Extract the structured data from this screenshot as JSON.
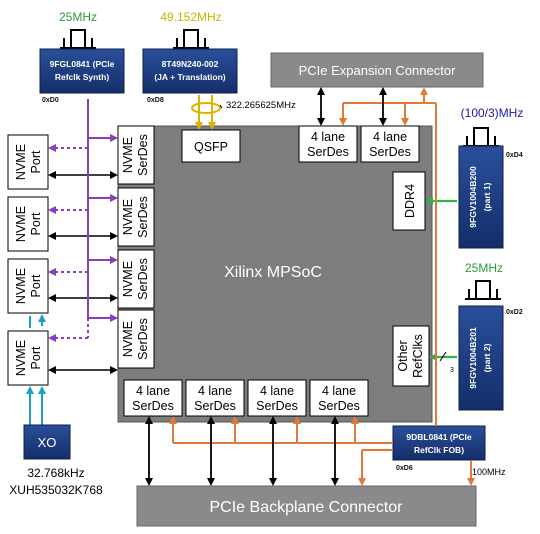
{
  "clocks": {
    "synth": {
      "freq": "25MHz",
      "name_l1": "9FGL0841 (PCIe",
      "name_l2": "Refclk Synth)",
      "addr": "0xD0"
    },
    "jitter": {
      "freq": "49.152MHz",
      "name_l1": "8T49N240-002",
      "name_l2": "(JA + Translation)",
      "addr": "0xD8",
      "out_freq": "322.265625MHz"
    },
    "buf1": {
      "freq": "(100/3)MHz",
      "name_l1": "9FGV1004B200",
      "name_l2": "(part 1)",
      "addr": "0xD4"
    },
    "buf2": {
      "freq": "25MHz",
      "name_l1": "9FGV1004B201",
      "name_l2": "(part 2)",
      "addr": "0xD2",
      "mark": "3"
    },
    "fob": {
      "name_l1": "9DBL0841 (PCIe",
      "name_l2": "RefClk FOB)",
      "addr": "0xD6",
      "out_freq": "100MHz"
    }
  },
  "connectors": {
    "expansion": "PCIe Expansion Connector",
    "backplane": "PCIe Backplane Connector"
  },
  "mpsoc": {
    "label": "Xilinx MPSoC",
    "qsfp": "QSFP",
    "ddr4": "DDR4",
    "refclk_l1": "Other",
    "refclk_l2": "RefClks",
    "serdes_4lane_l1": "4 lane",
    "serdes_4lane_l2": "SerDes",
    "serdes_nvme_l1": "NVME",
    "serdes_nvme_l2": "SerDes"
  },
  "nvme_port": {
    "l1": "NVME",
    "l2": "Port"
  },
  "xo": {
    "label": "XO",
    "freq": "32.768kHz",
    "part": "XUH535032K768"
  }
}
